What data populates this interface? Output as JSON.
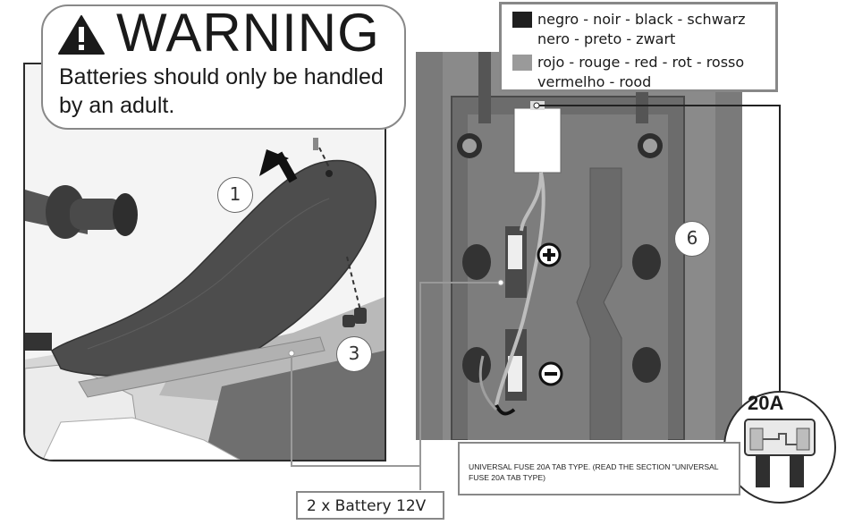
{
  "warning": {
    "title": "WARNING",
    "text": "Batteries should only be handled by an adult."
  },
  "legend": {
    "items": [
      {
        "color": "#1f1f1f",
        "text": "negro - noir - black - schwarz nero - preto - zwart"
      },
      {
        "color": "#9a9a9a",
        "text": "rojo - rouge - red - rot - rosso vermelho - rood"
      }
    ]
  },
  "steps": {
    "one": "1",
    "three": "3",
    "six": "6"
  },
  "fuse": {
    "label": "20A",
    "note": "UNIVERSAL FUSE 20A TAB TYPE. (READ THE SECTION \"UNIVERSAL FUSE 20A TAB TYPE)"
  },
  "battery": {
    "label": "2 x Battery 12V"
  },
  "terminals": {
    "positive": "+",
    "negative": "−"
  }
}
